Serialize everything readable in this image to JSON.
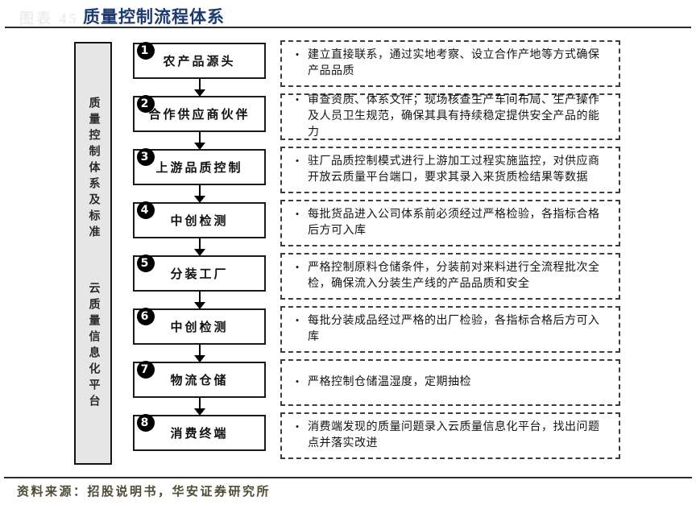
{
  "header": {
    "figure_label": "图表 45",
    "title": "质量控制流程体系"
  },
  "sidebar": {
    "top_label": "质量控制体系及标准",
    "bottom_label": "云质量信息化平台"
  },
  "ui": {
    "bullet": "•"
  },
  "colors": {
    "title_blue": "#1c3a6e",
    "sidebar_fill": "#e6e6e6",
    "line_dark": "#2b2b2b",
    "source_text": "#4f4b36"
  },
  "steps": [
    {
      "num": "1",
      "label": "农产品源头",
      "desc": "建立直接联系，通过实地考察、设立合作产地等方式确保产品品质"
    },
    {
      "num": "2",
      "label": "合作供应商伙伴",
      "desc": "审查资质、体系文件；现场核查生产车间布局、生产操作及人员卫生规范，确保其具有持续稳定提供安全产品的能力"
    },
    {
      "num": "3",
      "label": "上游品质控制",
      "desc": "驻厂品质控制模式进行上游加工过程实施监控，对供应商开放云质量平台端口，要求其录入来货质检结果等数据"
    },
    {
      "num": "4",
      "label": "中创检测",
      "desc": "每批货品进入公司体系前必须经过严格检验，各指标合格后方可入库"
    },
    {
      "num": "5",
      "label": "分装工厂",
      "desc": "严格控制原料仓储条件，分装前对来料进行全流程批次全检，确保流入分装生产线的产品品质和安全"
    },
    {
      "num": "6",
      "label": "中创检测",
      "desc": "每批分装成品经过严格的出厂检验，各指标合格后方可入库"
    },
    {
      "num": "7",
      "label": "物流仓储",
      "desc": "严格控制仓储温湿度，定期抽检"
    },
    {
      "num": "8",
      "label": "消费终端",
      "desc": "消费端发现的质量问题录入云质量信息化平台，找出问题点并落实改进"
    }
  ],
  "footer": {
    "source": "资料来源：招股说明书，华安证券研究所"
  }
}
